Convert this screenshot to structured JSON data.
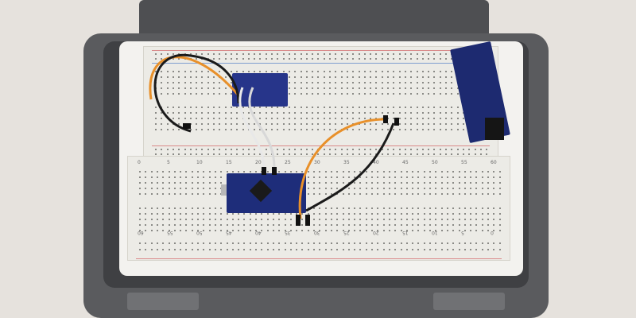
{
  "scene": "breadboard-in-case",
  "breadboard_top_numbers": [
    "0",
    "5",
    "10",
    "15",
    "20",
    "25",
    "30",
    "35",
    "40",
    "45",
    "50",
    "55",
    "60"
  ],
  "breadboard_bottom_numbers": [
    "60",
    "55",
    "50",
    "45",
    "40",
    "35",
    "30",
    "25",
    "20",
    "15",
    "10",
    "5",
    "0"
  ],
  "colors": {
    "wire_orange": "#e8902a",
    "wire_black": "#1a1a1a",
    "wire_white": "#e8e8e8",
    "pcb_blue": "#1e2d7a",
    "case_gray": "#5a5b5e"
  }
}
